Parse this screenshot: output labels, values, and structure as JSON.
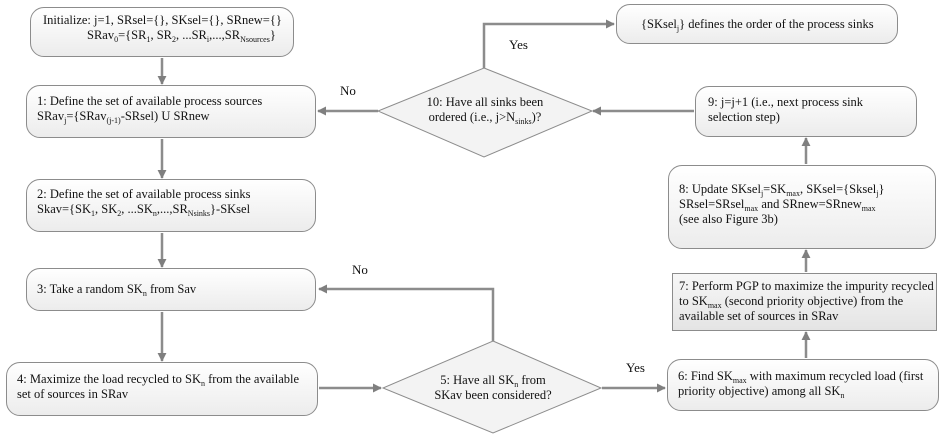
{
  "init": {
    "line1": "Initialize: j=1, SRsel={}, SKsel={}, SRnew={}",
    "line2_prefix": "SRav",
    "line2_sub": "0",
    "line2_rest": "={SR",
    "sub_1": "1",
    "sep_1": ", SR",
    "sub_2": "2",
    "sep_2": ", ...SR",
    "sub_i": "i",
    "sep_3": ",...,SR",
    "sub_n": "Nsources",
    "end": "}"
  },
  "step1": {
    "line1": "1: Define the set of available process sources",
    "a": "SRav",
    "a_sub": "j",
    "b": "={SRav",
    "b_sub": "(j-1)",
    "c": "-SRsel)  U SRnew"
  },
  "step2": {
    "line1": "2: Define the set of available process sinks",
    "a": "Skav={SK",
    "s1": "1",
    "b": ", SK",
    "s2": "2",
    "c": ", ...SK",
    "sn": "n",
    "d": ",...,SR",
    "sN": "Nsinks",
    "e": "}-SKsel"
  },
  "step3": {
    "text": "3: Take a random SK",
    "sub": "n",
    "rest": " from Sav"
  },
  "step4": {
    "a": "4: Maximize the load recycled to SK",
    "sub": "n",
    "b": " from the available",
    "line2": "set of sources in SRav"
  },
  "step5": {
    "a": "5: Have all SK",
    "sub": "n",
    "b": " from",
    "line2": "SKav been considered?"
  },
  "step6": {
    "a": "6: Find SK",
    "sub": "max",
    "b": " with maximum recycled load (first",
    "c": "priority objective) among all SK",
    "c_sub": "n"
  },
  "step7": {
    "line1": "7: Perform PGP to maximize the impurity recycled",
    "a": "to SK",
    "a_sub": "max",
    "b": " (second priority objective) from the",
    "line3": "available set of sources in SRav"
  },
  "step8": {
    "a": "8: Update SKsel",
    "a_sub": "j",
    "b": "=SK",
    "b_sub": "max",
    "c": ", SKsel={Sksel",
    "c_sub": "j",
    "d": "}",
    "e": "SRsel=SRsel",
    "e_sub": "max",
    "f": " and SRnew=SRnew",
    "f_sub": "max",
    "line3": "(see also Figure 3b)"
  },
  "step9": {
    "line1": "9: j=j+1 (i.e., next process sink",
    "line2": "selection step)"
  },
  "step10": {
    "line1": "10: Have all sinks been",
    "a": "ordered (i.e., j>N",
    "sub": "sinks",
    "b": ")?"
  },
  "final": {
    "a": "{SKsel",
    "sub": "j",
    "b": "} defines the order of the process sinks"
  },
  "labels": {
    "yes_top": "Yes",
    "no_top": "No",
    "no_mid": "No",
    "yes_bottom": "Yes"
  }
}
